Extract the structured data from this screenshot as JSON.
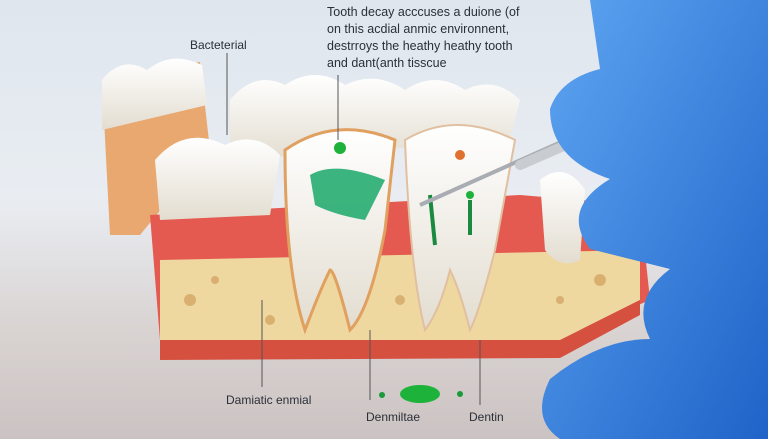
{
  "caption": {
    "lines": [
      "Tooth decay acccuses a duione (of",
      "on this acdial anmic environnent,",
      "destrroys the heathy heathy tooth",
      "and dant(anth tisscue"
    ]
  },
  "labels": {
    "top_left": "Bacteterial",
    "bottom_left": "Damiatic enmial",
    "bottom_center": "Denmiltae",
    "bottom_right": "Dentin"
  },
  "colors": {
    "glove": "#2f7fe0",
    "gum": "#e0504a",
    "bone": "#efd9a0",
    "decay": "#1db33a",
    "tooth": "#f4f1ea"
  }
}
